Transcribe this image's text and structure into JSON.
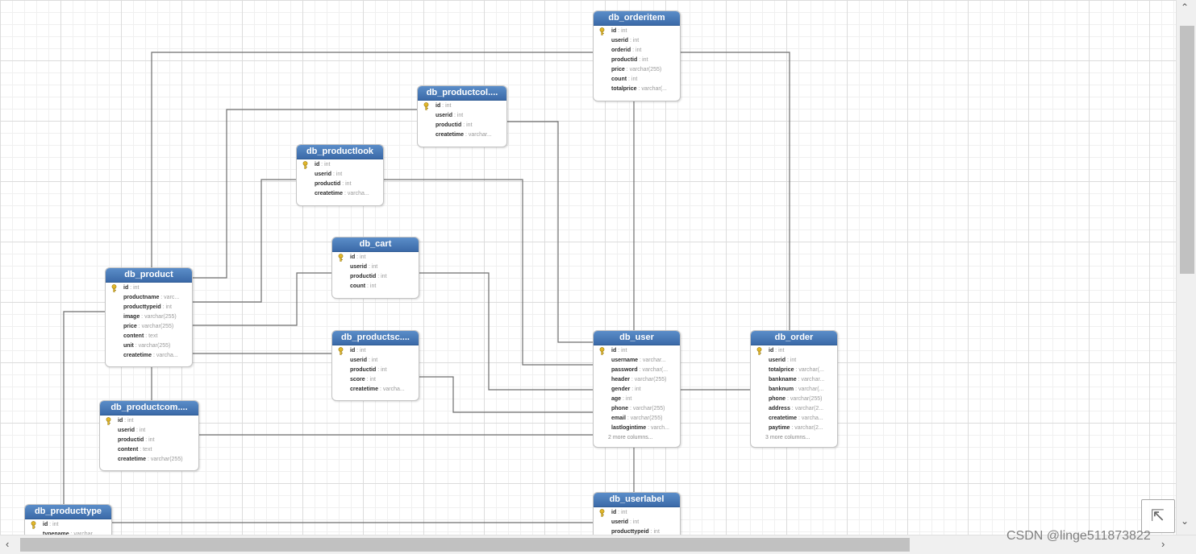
{
  "diagram": {
    "tables": [
      {
        "id": "db_orderitem",
        "title": "db_orderitem",
        "columns": [
          {
            "name": "id",
            "type": ": int",
            "pk": true
          },
          {
            "name": "userid",
            "type": ": int"
          },
          {
            "name": "orderid",
            "type": ": int"
          },
          {
            "name": "productid",
            "type": ": int"
          },
          {
            "name": "price",
            "type": ": varchar(255)"
          },
          {
            "name": "count",
            "type": ": int"
          },
          {
            "name": "totalprice",
            "type": ": varchar(..."
          }
        ]
      },
      {
        "id": "db_productcollect",
        "title": "db_productcol....",
        "columns": [
          {
            "name": "id",
            "type": ": int",
            "pk": true
          },
          {
            "name": "userid",
            "type": ": int"
          },
          {
            "name": "productid",
            "type": ": int"
          },
          {
            "name": "createtime",
            "type": ": varchar..."
          }
        ]
      },
      {
        "id": "db_productlook",
        "title": "db_productlook",
        "columns": [
          {
            "name": "id",
            "type": ": int",
            "pk": true
          },
          {
            "name": "userid",
            "type": ": int"
          },
          {
            "name": "productid",
            "type": ": int"
          },
          {
            "name": "createtime",
            "type": ": varcha..."
          }
        ]
      },
      {
        "id": "db_cart",
        "title": "db_cart",
        "columns": [
          {
            "name": "id",
            "type": ": int",
            "pk": true
          },
          {
            "name": "userid",
            "type": ": int"
          },
          {
            "name": "productid",
            "type": ": int"
          },
          {
            "name": "count",
            "type": ": int"
          }
        ]
      },
      {
        "id": "db_product",
        "title": "db_product",
        "columns": [
          {
            "name": "id",
            "type": ": int",
            "pk": true
          },
          {
            "name": "productname",
            "type": ": varc..."
          },
          {
            "name": "producttypeid",
            "type": ": int"
          },
          {
            "name": "image",
            "type": ": varchar(255)"
          },
          {
            "name": "price",
            "type": ": varchar(255)"
          },
          {
            "name": "content",
            "type": ": text"
          },
          {
            "name": "unit",
            "type": ": varchar(255)"
          },
          {
            "name": "createtime",
            "type": ": varcha..."
          }
        ]
      },
      {
        "id": "db_productscore",
        "title": "db_productsc....",
        "columns": [
          {
            "name": "id",
            "type": ": int",
            "pk": true
          },
          {
            "name": "userid",
            "type": ": int"
          },
          {
            "name": "productid",
            "type": ": int"
          },
          {
            "name": "score",
            "type": ": int"
          },
          {
            "name": "createtime",
            "type": ": varcha..."
          }
        ]
      },
      {
        "id": "db_user",
        "title": "db_user",
        "columns": [
          {
            "name": "id",
            "type": ": int",
            "pk": true
          },
          {
            "name": "username",
            "type": ": varchar..."
          },
          {
            "name": "password",
            "type": ": varchar(..."
          },
          {
            "name": "header",
            "type": ": varchar(255)"
          },
          {
            "name": "gender",
            "type": ": int"
          },
          {
            "name": "age",
            "type": ": int"
          },
          {
            "name": "phone",
            "type": ": varchar(255)"
          },
          {
            "name": "email",
            "type": ": varchar(255)"
          },
          {
            "name": "lastlogintime",
            "type": ": varch..."
          }
        ],
        "more": "2 more columns..."
      },
      {
        "id": "db_order",
        "title": "db_order",
        "columns": [
          {
            "name": "id",
            "type": ": int",
            "pk": true
          },
          {
            "name": "userid",
            "type": ": int"
          },
          {
            "name": "totalprice",
            "type": ": varchar(..."
          },
          {
            "name": "bankname",
            "type": ": varchar..."
          },
          {
            "name": "banknum",
            "type": ": varchar(..."
          },
          {
            "name": "phone",
            "type": ": varchar(255)"
          },
          {
            "name": "address",
            "type": ": varchar(2..."
          },
          {
            "name": "createtime",
            "type": ": varcha..."
          },
          {
            "name": "paytime",
            "type": ": varchar(2..."
          }
        ],
        "more": "3 more columns..."
      },
      {
        "id": "db_productcomment",
        "title": "db_productcom....",
        "columns": [
          {
            "name": "id",
            "type": ": int",
            "pk": true
          },
          {
            "name": "userid",
            "type": ": int"
          },
          {
            "name": "productid",
            "type": ": int"
          },
          {
            "name": "content",
            "type": ": text"
          },
          {
            "name": "createtime",
            "type": ": varchar(255)"
          }
        ]
      },
      {
        "id": "db_producttype",
        "title": "db_producttype",
        "columns": [
          {
            "name": "id",
            "type": ": int",
            "pk": true
          },
          {
            "name": "typename",
            "type": ": varchar..."
          }
        ]
      },
      {
        "id": "db_userlabel",
        "title": "db_userlabel",
        "columns": [
          {
            "name": "id",
            "type": ": int",
            "pk": true
          },
          {
            "name": "userid",
            "type": ": int"
          },
          {
            "name": "producttypeid",
            "type": ": int"
          }
        ]
      }
    ],
    "relations": [
      {
        "from": "db_product",
        "to": "db_orderitem"
      },
      {
        "from": "db_orderitem",
        "to": "db_order"
      },
      {
        "from": "db_orderitem",
        "to": "db_user"
      },
      {
        "from": "db_product",
        "to": "db_productcollect"
      },
      {
        "from": "db_productcollect",
        "to": "db_user"
      },
      {
        "from": "db_product",
        "to": "db_productlook"
      },
      {
        "from": "db_productlook",
        "to": "db_user"
      },
      {
        "from": "db_product",
        "to": "db_cart"
      },
      {
        "from": "db_cart",
        "to": "db_user"
      },
      {
        "from": "db_product",
        "to": "db_productscore"
      },
      {
        "from": "db_productscore",
        "to": "db_user"
      },
      {
        "from": "db_product",
        "to": "db_productcomment"
      },
      {
        "from": "db_productcomment",
        "to": "db_user"
      },
      {
        "from": "db_producttype",
        "to": "db_product"
      },
      {
        "from": "db_producttype",
        "to": "db_userlabel"
      },
      {
        "from": "db_user",
        "to": "db_userlabel"
      },
      {
        "from": "db_user",
        "to": "db_order"
      }
    ],
    "colors": {
      "header": "#4a7ab8",
      "key": "#e2b72a",
      "line": "#6e6e6e"
    }
  },
  "icons": {
    "key": "key-icon",
    "zoom_fit": "arrow-up-left-icon"
  },
  "watermark": "CSDN @linge511873822"
}
